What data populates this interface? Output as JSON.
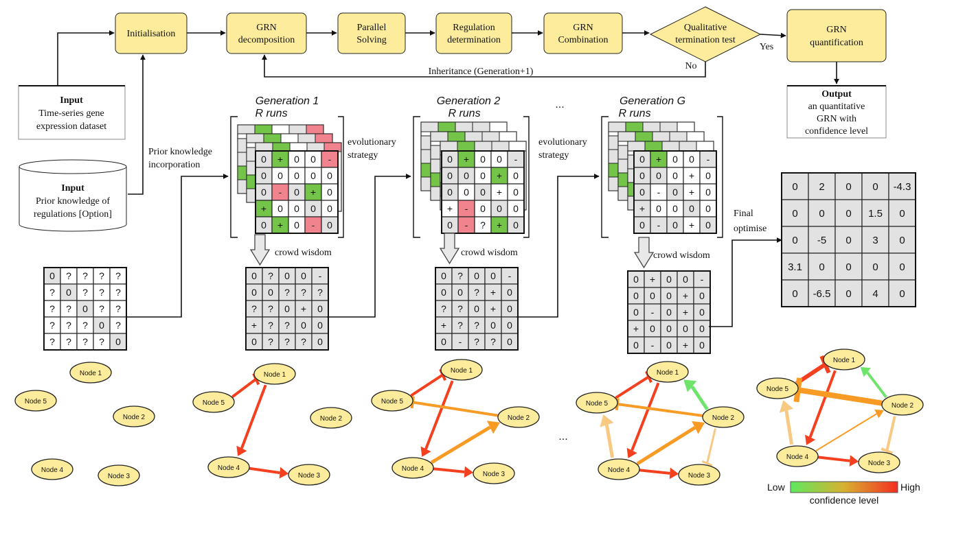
{
  "colors": {
    "box_fill": "#fcec9c",
    "box_stroke": "#222222",
    "cell_grey": "#e2e2e2",
    "cell_green": "#74c44a",
    "cell_red": "#f1838f",
    "edge_red": "#f4401f",
    "edge_orange": "#f79b25",
    "edge_lightorange": "#f8c982",
    "edge_green": "#6ee46a",
    "legend_low": "#5ee85f",
    "legend_high": "#f42e22"
  },
  "flow": {
    "initialisation": "Initialisation",
    "decomposition": [
      "GRN",
      "decomposition"
    ],
    "parallel": [
      "Parallel",
      "Solving"
    ],
    "regulation": [
      "Regulation",
      "determination"
    ],
    "combination": [
      "GRN",
      "Combination"
    ],
    "termination": [
      "Qualitative",
      "termination test"
    ],
    "quantification": [
      "GRN",
      "quantification"
    ],
    "yes": "Yes",
    "no": "No",
    "inheritance": "Inheritance (Generation+1)"
  },
  "inputs": {
    "input1_title": "Input",
    "input1_lines": [
      "Time-series gene",
      "expression dataset"
    ],
    "input2_title": "Input",
    "input2_lines": [
      "Prior knowledge of",
      "regulations [Option]"
    ],
    "output_title": "Output",
    "output_lines": [
      "an quantitative",
      "GRN with",
      "confidence level"
    ]
  },
  "annotations": {
    "prior_incorporation": [
      "Prior knowledge",
      "incorporation"
    ],
    "evolutionary1": [
      "evolutionary",
      "strategy"
    ],
    "evolutionary2": [
      "evolutionary",
      "strategy"
    ],
    "crowd": "crowd wisdom",
    "final_optimise": [
      "Final",
      "optimise"
    ],
    "ellipsis": "...",
    "gen1": [
      "Generation 1",
      "R runs"
    ],
    "gen2": [
      "Generation 2",
      "R runs"
    ],
    "genG": [
      "Generation G",
      "R runs"
    ]
  },
  "matrices": {
    "prior": [
      [
        "0",
        "?",
        "?",
        "?",
        "?"
      ],
      [
        "?",
        "0",
        "?",
        "?",
        "?"
      ],
      [
        "?",
        "?",
        "0",
        "?",
        "?"
      ],
      [
        "?",
        "?",
        "?",
        "0",
        "?"
      ],
      [
        "?",
        "?",
        "?",
        "?",
        "0"
      ]
    ],
    "gen1_front": [
      [
        "0",
        "+",
        "0",
        "0",
        "-"
      ],
      [
        "0",
        "0",
        "0",
        "0",
        "0"
      ],
      [
        "0",
        "-",
        "0",
        "+",
        "0"
      ],
      [
        "+",
        "0",
        "0",
        "0",
        "0"
      ],
      [
        "0",
        "+",
        "0",
        "-",
        "0"
      ]
    ],
    "gen1_result": [
      [
        "0",
        "?",
        "0",
        "0",
        "-"
      ],
      [
        "0",
        "0",
        "?",
        "?",
        "?"
      ],
      [
        "?",
        "?",
        "0",
        "+",
        "0"
      ],
      [
        "+",
        "?",
        "?",
        "0",
        "0"
      ],
      [
        "0",
        "?",
        "?",
        "?",
        "0"
      ]
    ],
    "gen2_front": [
      [
        "0",
        "+",
        "0",
        "0",
        "-"
      ],
      [
        "0",
        "0",
        "0",
        "+",
        "0"
      ],
      [
        "0",
        "0",
        "0",
        "+",
        "0"
      ],
      [
        "+",
        "-",
        "0",
        "0",
        "0"
      ],
      [
        "0",
        "-",
        "?",
        "+",
        "0"
      ]
    ],
    "gen2_result": [
      [
        "0",
        "?",
        "0",
        "0",
        "-"
      ],
      [
        "0",
        "0",
        "?",
        "+",
        "0"
      ],
      [
        "?",
        "?",
        "0",
        "+",
        "0"
      ],
      [
        "+",
        "?",
        "?",
        "0",
        "0"
      ],
      [
        "0",
        "-",
        "?",
        "?",
        "0"
      ]
    ],
    "genG_front": [
      [
        "0",
        "+",
        "0",
        "0",
        "-"
      ],
      [
        "0",
        "0",
        "0",
        "+",
        "0"
      ],
      [
        "0",
        "-",
        "0",
        "+",
        "0"
      ],
      [
        "+",
        "0",
        "0",
        "0",
        "0"
      ],
      [
        "0",
        "-",
        "0",
        "+",
        "0"
      ]
    ],
    "genG_result": [
      [
        "0",
        "+",
        "0",
        "0",
        "-"
      ],
      [
        "0",
        "0",
        "0",
        "+",
        "0"
      ],
      [
        "0",
        "-",
        "0",
        "+",
        "0"
      ],
      [
        "+",
        "0",
        "0",
        "0",
        "0"
      ],
      [
        "0",
        "-",
        "0",
        "+",
        "0"
      ]
    ],
    "final": [
      [
        "0",
        "2",
        "0",
        "0",
        "-4.3"
      ],
      [
        "0",
        "0",
        "0",
        "1.5",
        "0"
      ],
      [
        "0",
        "-5",
        "0",
        "3",
        "0"
      ],
      [
        "3.1",
        "0",
        "0",
        "0",
        "0"
      ],
      [
        "0",
        "-6.5",
        "0",
        "4",
        "0"
      ]
    ]
  },
  "networks": {
    "node_labels": [
      "Node 1",
      "Node 2",
      "Node 3",
      "Node 4",
      "Node 5"
    ],
    "ellipsis": "..."
  },
  "legend": {
    "low": "Low",
    "high": "High",
    "label": "confidence level"
  }
}
